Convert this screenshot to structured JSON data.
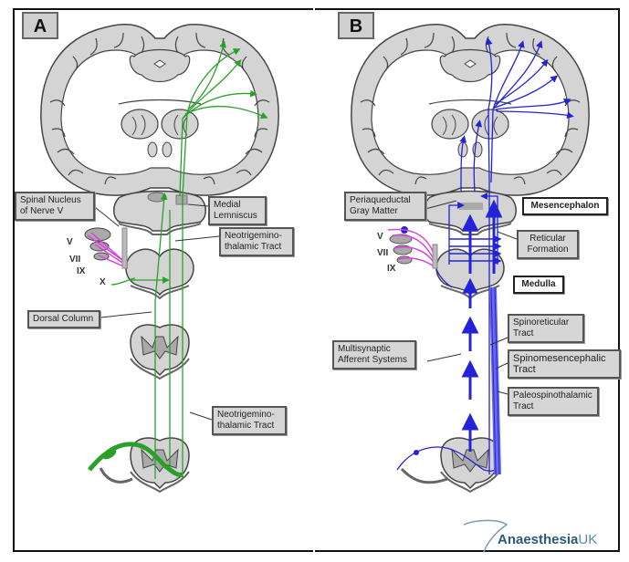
{
  "figure": {
    "panels": [
      {
        "id": "A",
        "letter": "A",
        "pathway_color": "#2aa02a",
        "labels": {
          "spinal_nucleus": "Spinal Nucleus of Nerve V",
          "medial_lemniscus": "Medial Lemniscus",
          "neotrigemino_upper": "Neotrigemino- thalamic Tract",
          "dorsal_column": "Dorsal Column",
          "neotrigemino_lower": "Neotrigemino- thalamic Tract"
        },
        "cranial_nerves": [
          "V",
          "VII",
          "IX",
          "X"
        ]
      },
      {
        "id": "B",
        "letter": "B",
        "pathway_color": "#2323d8",
        "labels": {
          "periaqueductal": "Periaqueductal Gray Matter",
          "mesencephalon": "Mesencephalon",
          "reticular": "Reticular Formation",
          "medulla": "Medulla",
          "spinoreticular": "Spinoreticular Tract",
          "multisynaptic": "Multisynaptic Afferent Systems",
          "spinomesencephalic": "Spinomesencephalic Tract",
          "paleospinothalamic": "Paleospinothalamic Tract"
        },
        "cranial_nerves": [
          "V",
          "VII",
          "IX"
        ]
      }
    ],
    "colors": {
      "tissue_fill": "#d4d4d4",
      "tissue_dark": "#a9a9a9",
      "outline": "#444444",
      "cranial_nerve_color": "#d946d9",
      "label_fill": "#d6d6d6"
    },
    "logo": {
      "brand": "Anaesthesia",
      "suffix": "UK"
    }
  }
}
